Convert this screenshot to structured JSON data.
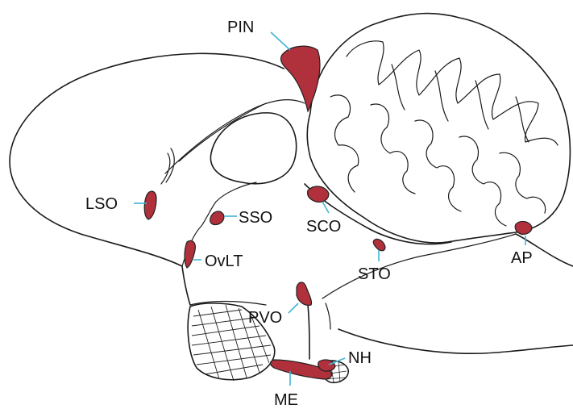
{
  "colors": {
    "organ_fill": "#b0303c",
    "leader_line": "#3fb5d4",
    "outline": "#1a1a1a",
    "background": "#ffffff"
  },
  "labels": {
    "pin": "PIN",
    "lso": "LSO",
    "sso": "SSO",
    "sco": "SCO",
    "ovlt": "OvLT",
    "sto": "STO",
    "ap": "AP",
    "pvo": "PVO",
    "nh": "NH",
    "me": "ME"
  }
}
